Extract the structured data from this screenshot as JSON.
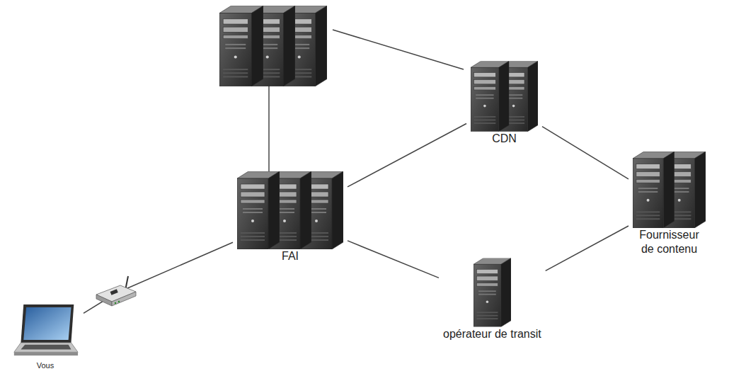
{
  "diagram": {
    "nodes": [
      {
        "text": [
          "CDN"
        ]
      },
      {
        "text": [
          "FAI"
        ]
      },
      {
        "text": [
          "Fournisseur de contenu"
        ]
      },
      {
        "text": [
          "opérateur de transit"
        ]
      },
      {
        "text": [
          "Vous"
        ]
      }
    ],
    "edges": [
      {
        "from": 1,
        "to": 0,
        "arrow": "none"
      },
      {
        "from": 1,
        "to": 3,
        "arrow": "none"
      },
      {
        "from": 0,
        "to": 2,
        "arrow": "none"
      },
      {
        "from": 3,
        "to": 2,
        "arrow": "none"
      },
      {
        "from": 4,
        "to": 1,
        "arrow": "none"
      }
    ]
  }
}
